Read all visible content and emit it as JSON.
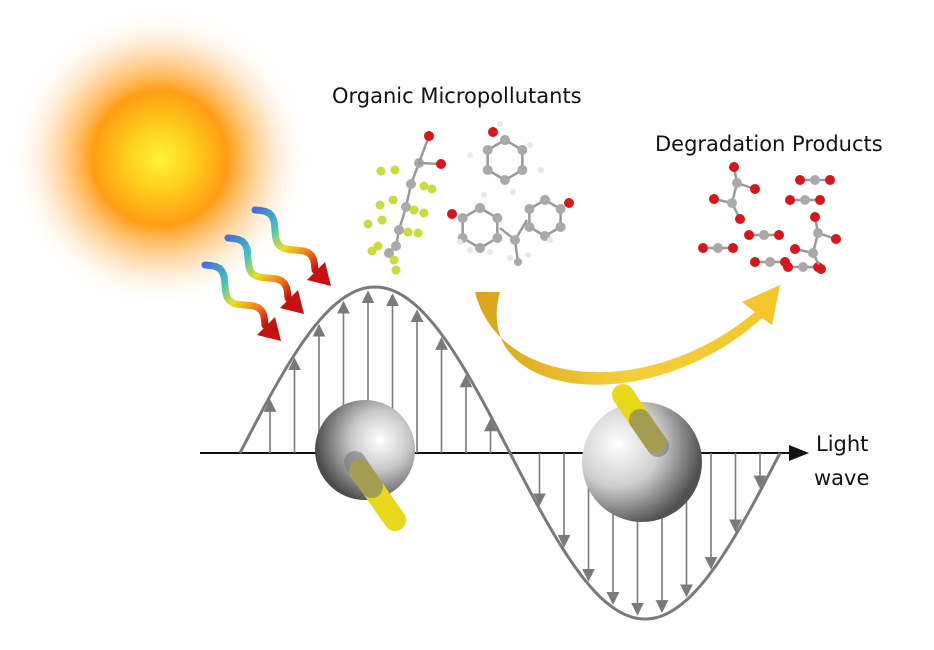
{
  "labels": {
    "organic": "Organic Micropollutants",
    "products": "Degradation Products",
    "light_line1": "Light",
    "light_line2": "wave"
  },
  "colors": {
    "wave": "#7a7a7a",
    "arrow_yellow": "#f2c12e",
    "oxygen": "#d8141c",
    "carbon": "#a9a9a9",
    "fluorine": "#c8dc3c",
    "hydrogen": "#e8e8e8",
    "rod": "#e8d81a"
  }
}
